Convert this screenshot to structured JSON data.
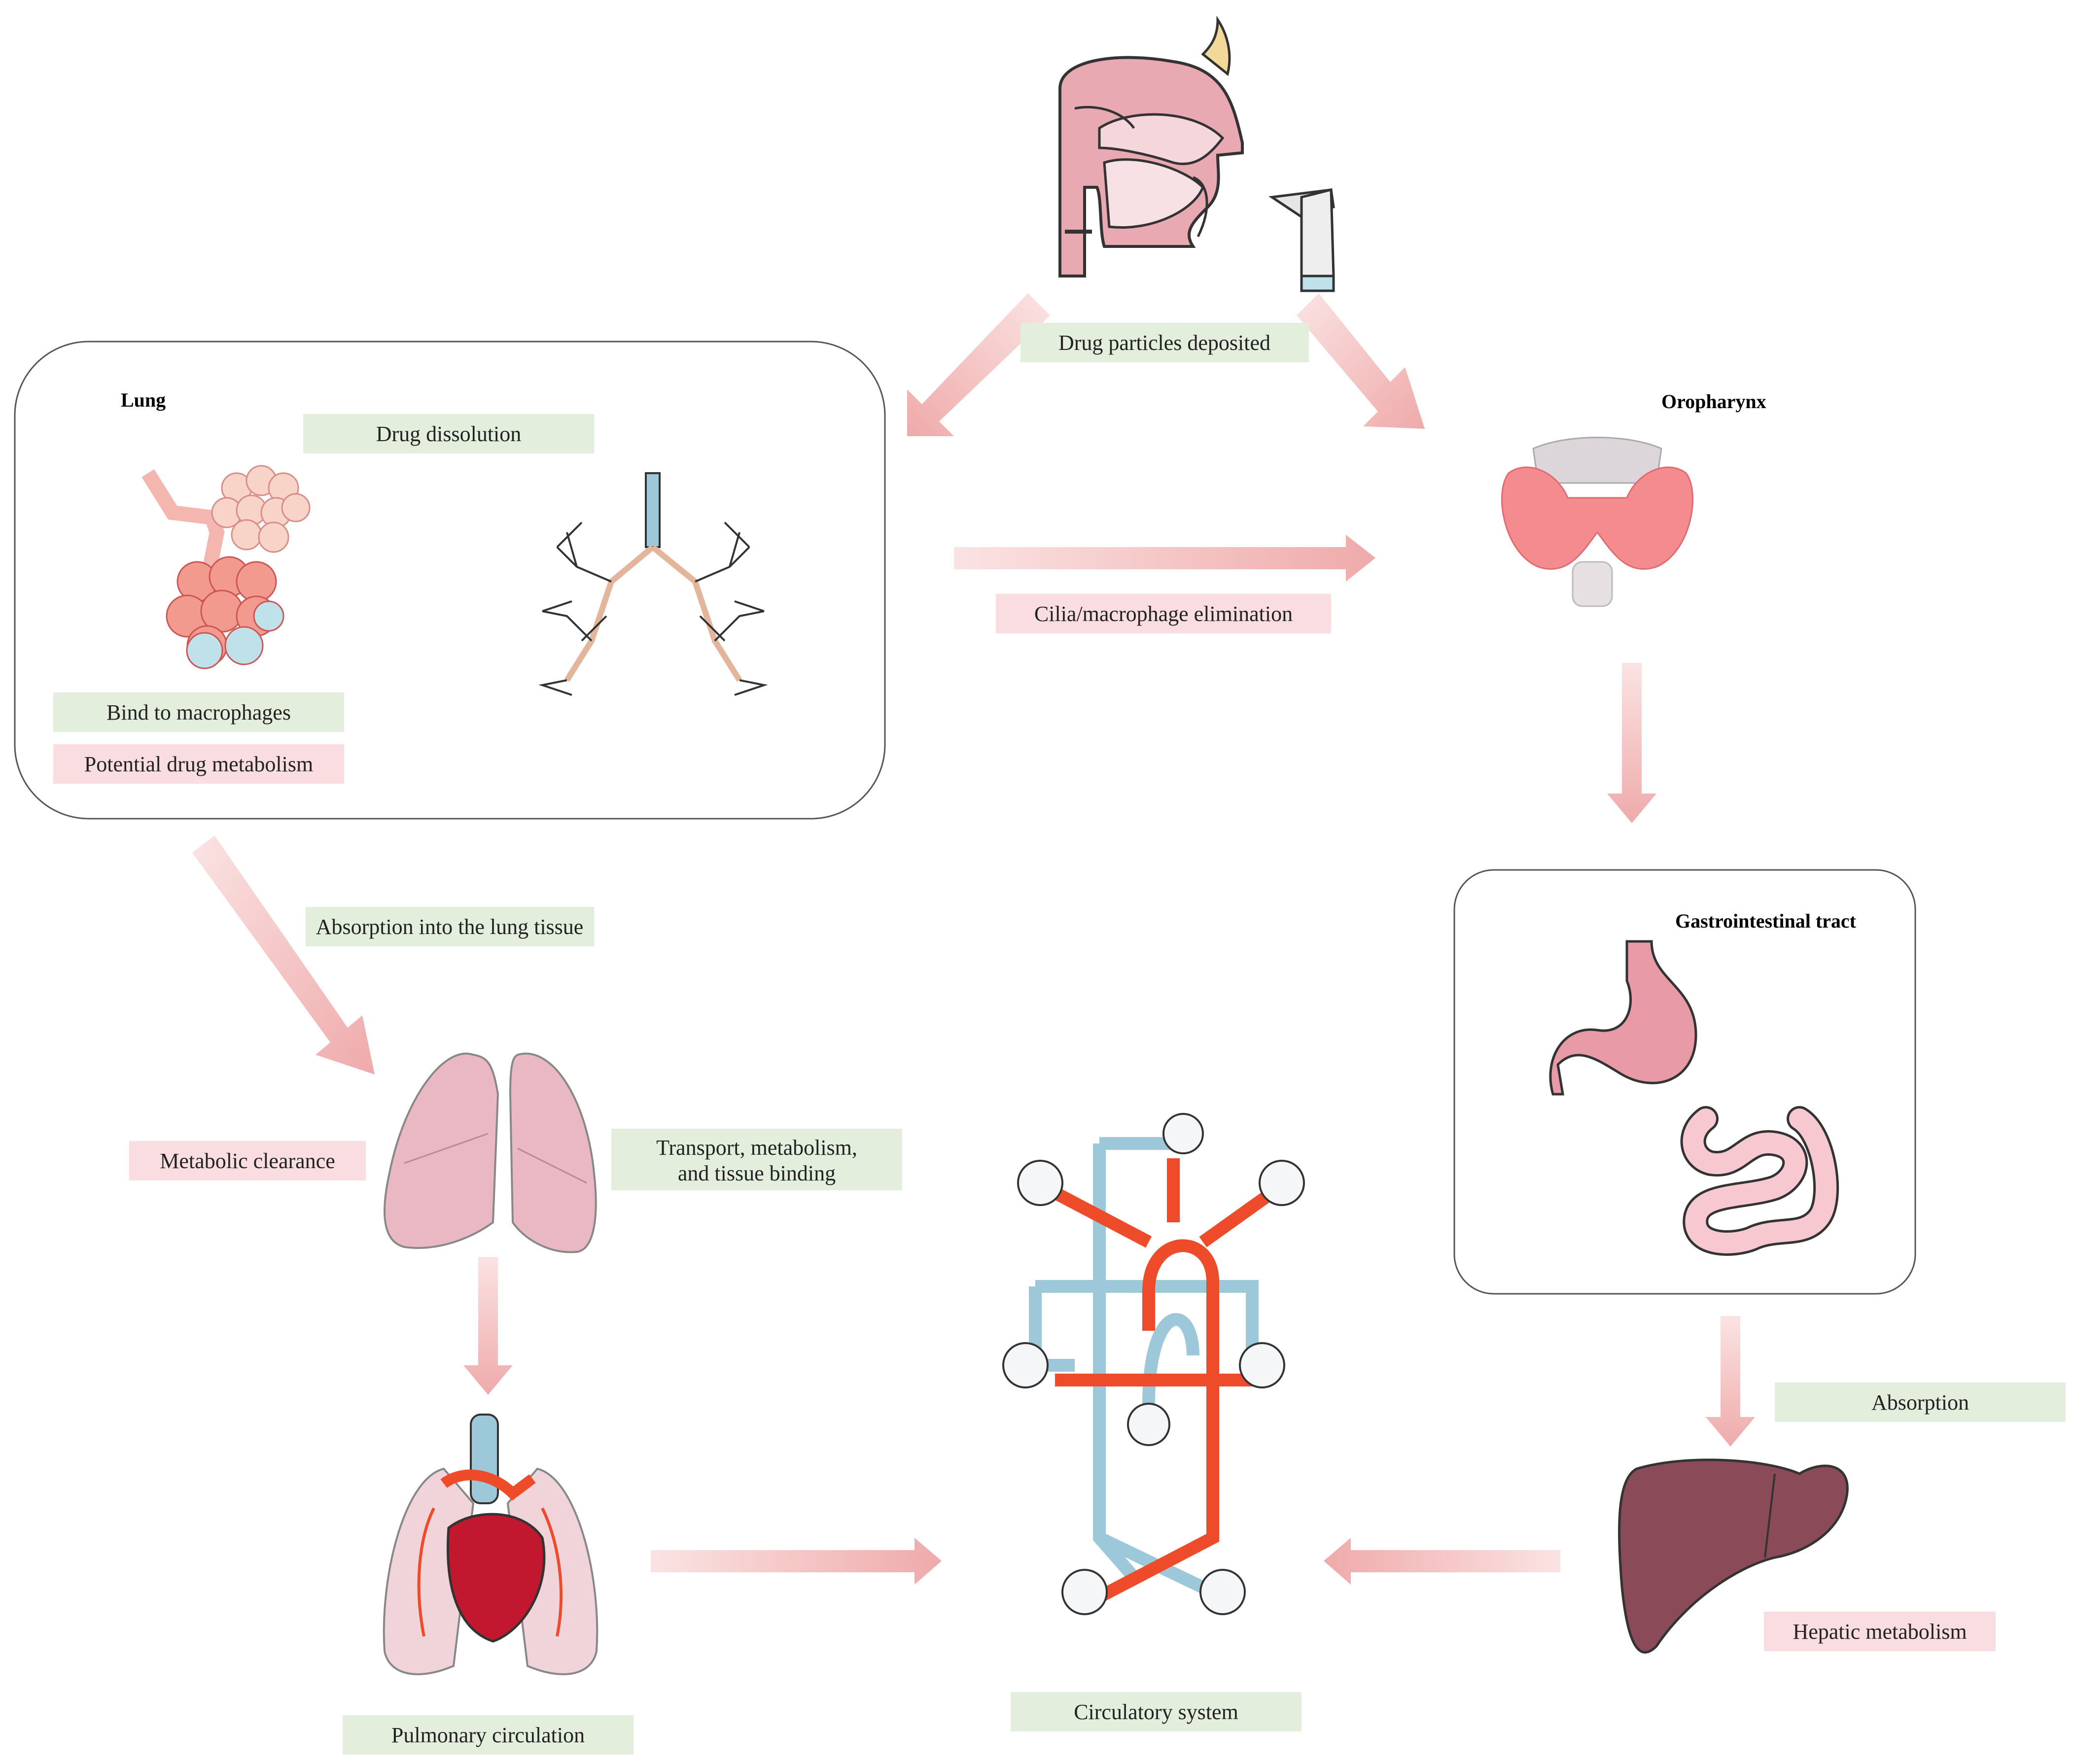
{
  "colors": {
    "green_label": "#e3efdc",
    "pink_label": "#f9dde0",
    "arrow": "#efb5b5",
    "container_stroke": "#555555",
    "vein_blue": "#9cc8da",
    "artery_red": "#ee4b2b",
    "liver": "#8a4a57",
    "lung_pink": "#e9b8c2",
    "stomach": "#e89aa7"
  },
  "headings": {
    "lung": "Lung",
    "oropharynx": "Oropharynx",
    "gi_tract": "Gastrointestinal tract"
  },
  "labels": {
    "drug_particles_deposited": "Drug particles deposited",
    "drug_dissolution": "Drug dissolution",
    "cilia_macrophage_elimination": "Cilia/macrophage elimination",
    "bind_to_macrophages": "Bind to macrophages",
    "potential_drug_metabolism": "Potential drug metabolism",
    "absorption_into_lung_tissue": "Absorption into the lung tissue",
    "metabolic_clearance": "Metabolic clearance",
    "transport_line1": "Transport, metabolism,",
    "transport_line2": "and tissue binding",
    "absorption": "Absorption",
    "hepatic_metabolism": "Hepatic metabolism",
    "pulmonary_circulation": "Pulmonary circulation",
    "circulatory_system": "Circulatory system"
  },
  "icons": [
    "head-sagittal-icon",
    "inhaler-icon",
    "alveoli-icon",
    "bronchial-tree-icon",
    "thyroid-oropharynx-icon",
    "stomach-icon",
    "intestine-icon",
    "lungs-icon",
    "heart-lungs-icon",
    "circulatory-system-icon",
    "liver-icon"
  ]
}
